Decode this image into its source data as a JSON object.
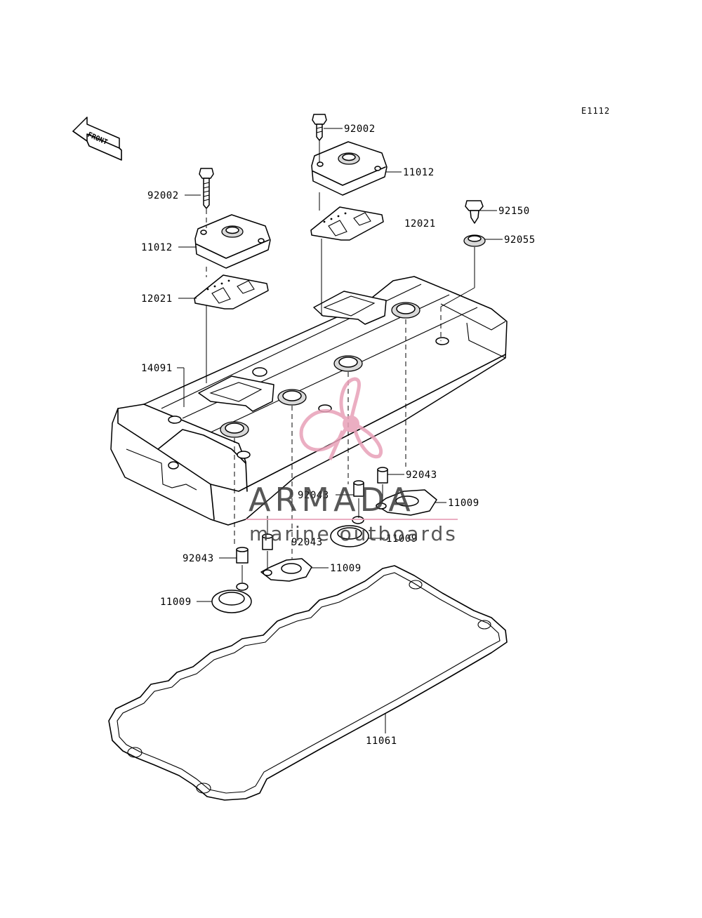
{
  "diagram_code": "E1112",
  "front_arrow_text": "FRONT",
  "labels": {
    "bolt_top": "92002",
    "cap_top": "11012",
    "plate_top": "12021",
    "bolt_left": "92002",
    "cap_left": "11012",
    "plate_left": "12021",
    "cover": "14091",
    "bolt_right": "92150",
    "grommet_right": "92055",
    "dowel_a": "92043",
    "dowel_b": "92043",
    "dowel_c": "92043",
    "dowel_d": "92043",
    "oring_a": "11009",
    "oring_b": "11009",
    "oring_c": "11009",
    "oring_d": "11009",
    "gasket": "11061"
  },
  "watermark": {
    "brand": "ARMADA",
    "tagline": "marine outboards",
    "logo_color": "#e8a0b8",
    "line_color": "#e8a0b8"
  }
}
